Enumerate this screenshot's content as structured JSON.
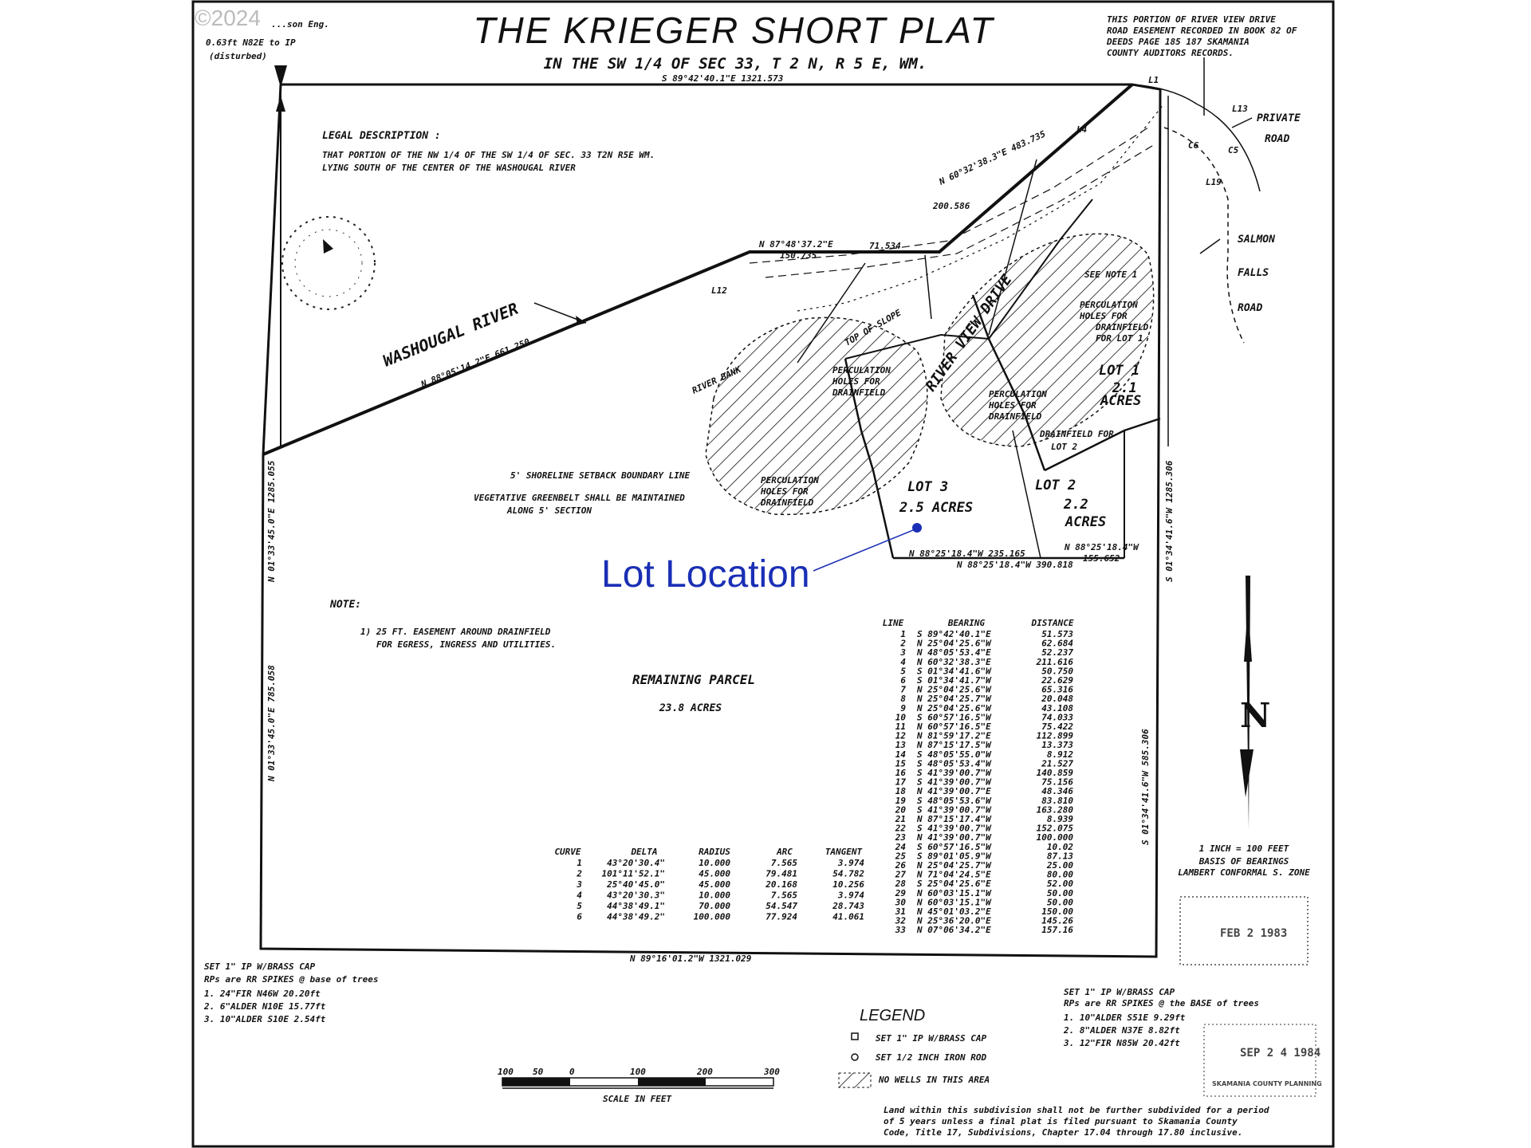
{
  "watermark": "©2024",
  "header_left": {
    "line1": "...son Eng.",
    "line2": "0.63ft N82E to IP",
    "line3": "(disturbed)"
  },
  "title": "THE KRIEGER SHORT PLAT",
  "subtitle": "IN THE SW 1/4 OF SEC 33, T 2 N, R 5 E, WM.",
  "top_note": [
    "THIS PORTION OF RIVER VIEW DRIVE",
    "ROAD EASEMENT RECORDED IN BOOK 82 OF",
    "DEEDS PAGE 185 187 SKAMANIA",
    "COUNTY AUDITORS RECORDS."
  ],
  "legal_description": {
    "heading": "LEGAL DESCRIPTION :",
    "line1": "THAT PORTION OF THE NW 1/4 OF THE SW 1/4 OF SEC. 33 T2N R5E WM.",
    "line2": "LYING SOUTH OF THE CENTER OF THE WASHOUGAL RIVER"
  },
  "boundary_labels": {
    "top": "S 89°42'40.1\"E 1321.573",
    "bottom": "N 89°16'01.2\"W 1321.029",
    "left_upper": "N 01°33'45.0\"E 1285.055",
    "left_lower": "N 01°33'45.0\"E 785.058",
    "right_lower": "S 01°34'41.6\"W 585.306",
    "right_upper": "S 01°34'41.6\"W 1285.306",
    "river": "N 88°05'14.2\"E 661.250",
    "ne_a": "N 60°32'38.3\"E 483.735",
    "ne_b": "200.586",
    "mid": "N 87°48'37.2\"E",
    "mid2": "150.735",
    "mid3": "71.534",
    "lot_south": "N 88°25'18.4\"W 235.165",
    "lot_south2": "N 88°25'18.4\"W 390.818",
    "lot2_south": "N 88°25'18.4\"W",
    "lot2_south2": "155.652"
  },
  "labels": {
    "washougal_river": "WASHOUGAL RIVER",
    "private_road_1": "PRIVATE",
    "private_road_2": "ROAD",
    "salmon_1": "SALMON",
    "salmon_2": "FALLS",
    "salmon_3": "ROAD",
    "river_view_drive": "RIVER VIEW DRIVE",
    "top_of_slope": "TOP OF SLOPE",
    "river_bank": "RIVER BANK",
    "see_note": "SEE NOTE 1",
    "perc1": [
      "PERCULATION",
      "HOLES FOR",
      "DRAINFIELD"
    ],
    "perc2": [
      "PERCULATION",
      "HOLES FOR",
      "DRAINFIELD"
    ],
    "perc3": [
      "PERCULATION",
      "HOLES FOR",
      "DRAINFIELD"
    ],
    "perc4": [
      "PERCULATION",
      "HOLES FOR",
      "DRAINFIELD",
      "FOR LOT 1"
    ],
    "drainfield_lot2": [
      "DRAINFIELD FOR",
      "LOT 2"
    ],
    "shoreline": "5' SHORELINE SETBACK BOUNDARY LINE",
    "greenbelt1": "VEGETATIVE GREENBELT SHALL BE MAINTAINED",
    "greenbelt2": "ALONG 5' SECTION"
  },
  "lots": [
    {
      "name": "LOT 1",
      "area": "2.1",
      "unit": "ACRES"
    },
    {
      "name": "LOT 2",
      "area": "2.2",
      "unit": "ACRES"
    },
    {
      "name": "LOT 3",
      "area": "2.5 ACRES",
      "unit": ""
    }
  ],
  "lot_location": "Lot Location",
  "note": {
    "heading": "NOTE:",
    "line1": "1) 25 FT. EASEMENT AROUND DRAINFIELD",
    "line2": "FOR EGRESS, INGRESS AND UTILITIES."
  },
  "remaining": {
    "label": "REMAINING PARCEL",
    "area": "23.8 ACRES"
  },
  "line_table": {
    "headers": [
      "LINE",
      "BEARING",
      "DISTANCE"
    ],
    "rows": [
      [
        "1",
        "S 89°42'40.1\"E",
        "51.573"
      ],
      [
        "2",
        "N 25°04'25.6\"W",
        "62.684"
      ],
      [
        "3",
        "N 48°05'53.4\"E",
        "52.237"
      ],
      [
        "4",
        "N 60°32'38.3\"E",
        "211.616"
      ],
      [
        "5",
        "S 01°34'41.6\"W",
        "50.750"
      ],
      [
        "6",
        "S 01°34'41.7\"W",
        "22.629"
      ],
      [
        "7",
        "N 25°04'25.6\"W",
        "65.316"
      ],
      [
        "8",
        "N 25°04'25.7\"W",
        "20.048"
      ],
      [
        "9",
        "N 25°04'25.6\"W",
        "43.108"
      ],
      [
        "10",
        "S 60°57'16.5\"W",
        "74.033"
      ],
      [
        "11",
        "N 60°57'16.5\"E",
        "75.422"
      ],
      [
        "12",
        "N 81°59'17.2\"E",
        "112.899"
      ],
      [
        "13",
        "N 87°15'17.5\"W",
        "13.373"
      ],
      [
        "14",
        "S 48°05'55.0\"W",
        "8.912"
      ],
      [
        "15",
        "S 48°05'53.4\"W",
        "21.527"
      ],
      [
        "16",
        "S 41°39'00.7\"W",
        "140.859"
      ],
      [
        "17",
        "S 41°39'00.7\"W",
        "75.156"
      ],
      [
        "18",
        "N 41°39'00.7\"E",
        "48.346"
      ],
      [
        "19",
        "S 48°05'53.6\"W",
        "83.810"
      ],
      [
        "20",
        "S 41°39'00.7\"W",
        "163.280"
      ],
      [
        "21",
        "N 87°15'17.4\"W",
        "8.939"
      ],
      [
        "22",
        "S 41°39'00.7\"W",
        "152.075"
      ],
      [
        "23",
        "N 41°39'00.7\"W",
        "100.000"
      ],
      [
        "24",
        "S 60°57'16.5\"W",
        "10.02"
      ],
      [
        "25",
        "S 89°01'05.9\"W",
        "87.13"
      ],
      [
        "26",
        "N 25°04'25.7\"W",
        "25.00"
      ],
      [
        "27",
        "N 71°04'24.5\"E",
        "80.00"
      ],
      [
        "28",
        "S 25°04'25.6\"E",
        "52.00"
      ],
      [
        "29",
        "N 60°03'15.1\"W",
        "50.00"
      ],
      [
        "30",
        "N 60°03'15.1\"W",
        "50.00"
      ],
      [
        "31",
        "N 45°01'03.2\"E",
        "150.00"
      ],
      [
        "32",
        "N 25°36'20.0\"E",
        "145.26"
      ],
      [
        "33",
        "N 07°06'34.2\"E",
        "157.16"
      ]
    ]
  },
  "curve_table": {
    "headers": [
      "CURVE",
      "DELTA",
      "RADIUS",
      "ARC",
      "TANGENT"
    ],
    "rows": [
      [
        "1",
        "43°20'30.4\"",
        "10.000",
        "7.565",
        "3.974"
      ],
      [
        "2",
        "101°11'52.1\"",
        "45.000",
        "79.481",
        "54.782"
      ],
      [
        "3",
        "25°40'45.0\"",
        "45.000",
        "20.168",
        "10.256"
      ],
      [
        "4",
        "43°20'30.3\"",
        "10.000",
        "7.565",
        "3.974"
      ],
      [
        "5",
        "44°38'49.1\"",
        "70.000",
        "54.547",
        "28.743"
      ],
      [
        "6",
        "44°38'49.2\"",
        "100.000",
        "77.924",
        "41.061"
      ]
    ]
  },
  "scale": {
    "labels": [
      "100",
      "50",
      "0",
      "100",
      "200",
      "300"
    ],
    "caption": "SCALE IN FEET"
  },
  "basis": [
    "1 INCH = 100 FEET",
    "BASIS OF BEARINGS",
    "LAMBERT CONFORMAL S. ZONE"
  ],
  "north": "N",
  "sw_corner": [
    "SET 1\" IP W/BRASS CAP",
    "RPs are RR SPIKES @ base of trees",
    "1. 24\"FIR N46W 20.20ft",
    "2. 6\"ALDER N10E 15.77ft",
    "3. 10\"ALDER S10E 2.54ft"
  ],
  "se_corner": [
    "SET 1\" IP W/BRASS CAP",
    "RPs are RR SPIKES @ the BASE of trees",
    "1. 10\"ALDER S51E 9.29ft",
    "2. 8\"ALDER N37E 8.82ft",
    "3. 12\"FIR N85W 20.42ft"
  ],
  "legend": {
    "heading": "LEGEND",
    "items": [
      "SET 1\" IP W/BRASS CAP",
      "SET 1/2 INCH IRON ROD",
      "NO WELLS IN THIS AREA"
    ]
  },
  "stamps": {
    "stamp1_date": "FEB 2 1983",
    "stamp2_date": "SEP 2 4 1984",
    "stamp2_caption": "SKAMANIA COUNTY PLANNING"
  },
  "footer": [
    "Land within this subdivision shall not be further subdivided for a period",
    "of 5 years unless a final plat is filed pursuant to Skamania County",
    "Code, Title 17, Subdivisions, Chapter 17.04 through 17.80 inclusive."
  ],
  "corner_labels": {
    "l1": "L1",
    "l13": "L13",
    "l4": "L4",
    "c5": "C5",
    "c6": "C6",
    "l19": "L19",
    "l12": "L12"
  }
}
